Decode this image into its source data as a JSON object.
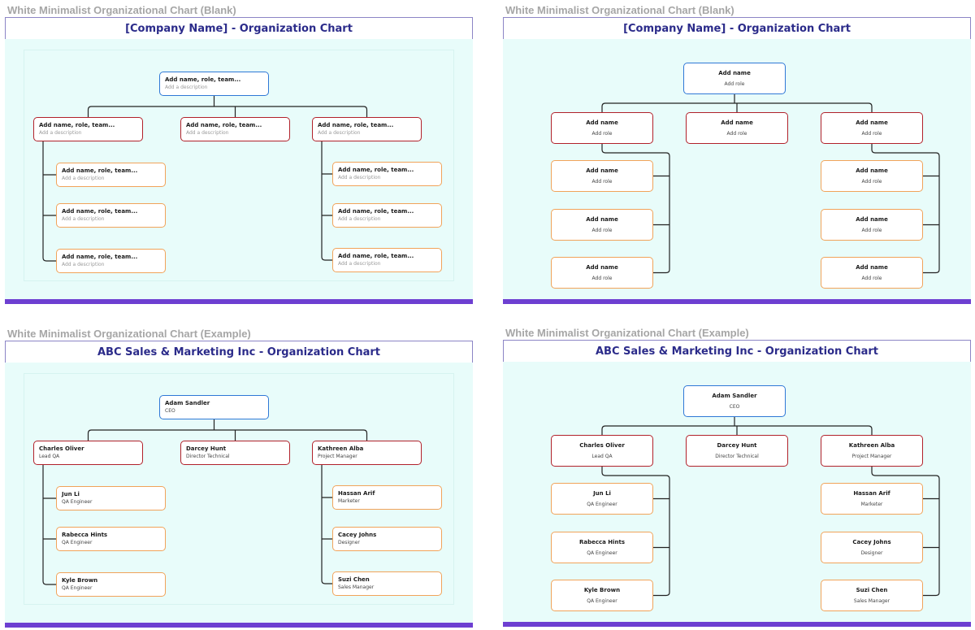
{
  "panels": [
    {
      "caption": "White Minimalist Organizational Chart (Blank)",
      "title": "[Company Name] - Organization Chart",
      "style": "left",
      "muted": true,
      "nodes": {
        "root": {
          "name": "Add name, role, team...",
          "desc": "Add a description"
        },
        "managers": [
          {
            "name": "Add name, role, team...",
            "desc": "Add a description"
          },
          {
            "name": "Add name, role, team...",
            "desc": "Add a description"
          },
          {
            "name": "Add name, role, team...",
            "desc": "Add a description"
          }
        ],
        "left_reports": [
          {
            "name": "Add name, role, team...",
            "desc": "Add a description"
          },
          {
            "name": "Add name, role, team...",
            "desc": "Add a description"
          },
          {
            "name": "Add name, role, team...",
            "desc": "Add a description"
          }
        ],
        "right_reports": [
          {
            "name": "Add name, role, team...",
            "desc": "Add a description"
          },
          {
            "name": "Add name, role, team...",
            "desc": "Add a description"
          },
          {
            "name": "Add name, role, team...",
            "desc": "Add a description"
          }
        ]
      }
    },
    {
      "caption": "White Minimalist Organizational Chart (Blank)",
      "title": "[Company Name] - Organization Chart",
      "style": "center",
      "muted": false,
      "nodes": {
        "root": {
          "name": "Add name",
          "desc": "Add role"
        },
        "managers": [
          {
            "name": "Add name",
            "desc": "Add role"
          },
          {
            "name": "Add name",
            "desc": "Add role"
          },
          {
            "name": "Add name",
            "desc": "Add role"
          }
        ],
        "left_reports": [
          {
            "name": "Add name",
            "desc": "Add role"
          },
          {
            "name": "Add name",
            "desc": "Add role"
          },
          {
            "name": "Add name",
            "desc": "Add role"
          }
        ],
        "right_reports": [
          {
            "name": "Add name",
            "desc": "Add role"
          },
          {
            "name": "Add name",
            "desc": "Add role"
          },
          {
            "name": "Add name",
            "desc": "Add role"
          }
        ]
      }
    },
    {
      "caption": "White Minimalist Organizational Chart (Example)",
      "title": "ABC Sales & Marketing Inc - Organization Chart",
      "style": "left",
      "muted": false,
      "nodes": {
        "root": {
          "name": "Adam Sandler",
          "desc": "CEO"
        },
        "managers": [
          {
            "name": "Charles Oliver",
            "desc": "Lead QA"
          },
          {
            "name": "Darcey Hunt",
            "desc": "Director Technical"
          },
          {
            "name": "Kathreen Alba",
            "desc": "Project Manager"
          }
        ],
        "left_reports": [
          {
            "name": "Jun Li",
            "desc": "QA Engineer"
          },
          {
            "name": "Rabecca Hints",
            "desc": "QA Engineer"
          },
          {
            "name": "Kyle Brown",
            "desc": "QA Engineer"
          }
        ],
        "right_reports": [
          {
            "name": "Hassan Arif",
            "desc": "Marketer"
          },
          {
            "name": "Cacey Johns",
            "desc": "Designer"
          },
          {
            "name": "Suzi Chen",
            "desc": "Sales Manager"
          }
        ]
      }
    },
    {
      "caption": "White Minimalist Organizational Chart (Example)",
      "title": "ABC Sales & Marketing Inc - Organization Chart",
      "style": "center",
      "muted": false,
      "nodes": {
        "root": {
          "name": "Adam Sandler",
          "desc": "CEO"
        },
        "managers": [
          {
            "name": "Charles Oliver",
            "desc": "Lead QA"
          },
          {
            "name": "Darcey Hunt",
            "desc": "Director Technical"
          },
          {
            "name": "Kathreen Alba",
            "desc": "Project Manager"
          }
        ],
        "left_reports": [
          {
            "name": "Jun Li",
            "desc": "QA Engineer"
          },
          {
            "name": "Rabecca Hints",
            "desc": "QA Engineer"
          },
          {
            "name": "Kyle Brown",
            "desc": "QA Engineer"
          }
        ],
        "right_reports": [
          {
            "name": "Hassan Arif",
            "desc": "Marketer"
          },
          {
            "name": "Cacey Johns",
            "desc": "Designer"
          },
          {
            "name": "Suzi Chen",
            "desc": "Sales Manager"
          }
        ]
      }
    }
  ],
  "colors": {
    "root_border": "#2f78d6",
    "manager_border": "#b1212a",
    "report_border": "#f1a35a",
    "canvas_bg": "#e8fcfa",
    "title_text": "#2b2b8a",
    "bottom_bar": "#6d3fd1",
    "caption_text": "#a6a6a6"
  }
}
